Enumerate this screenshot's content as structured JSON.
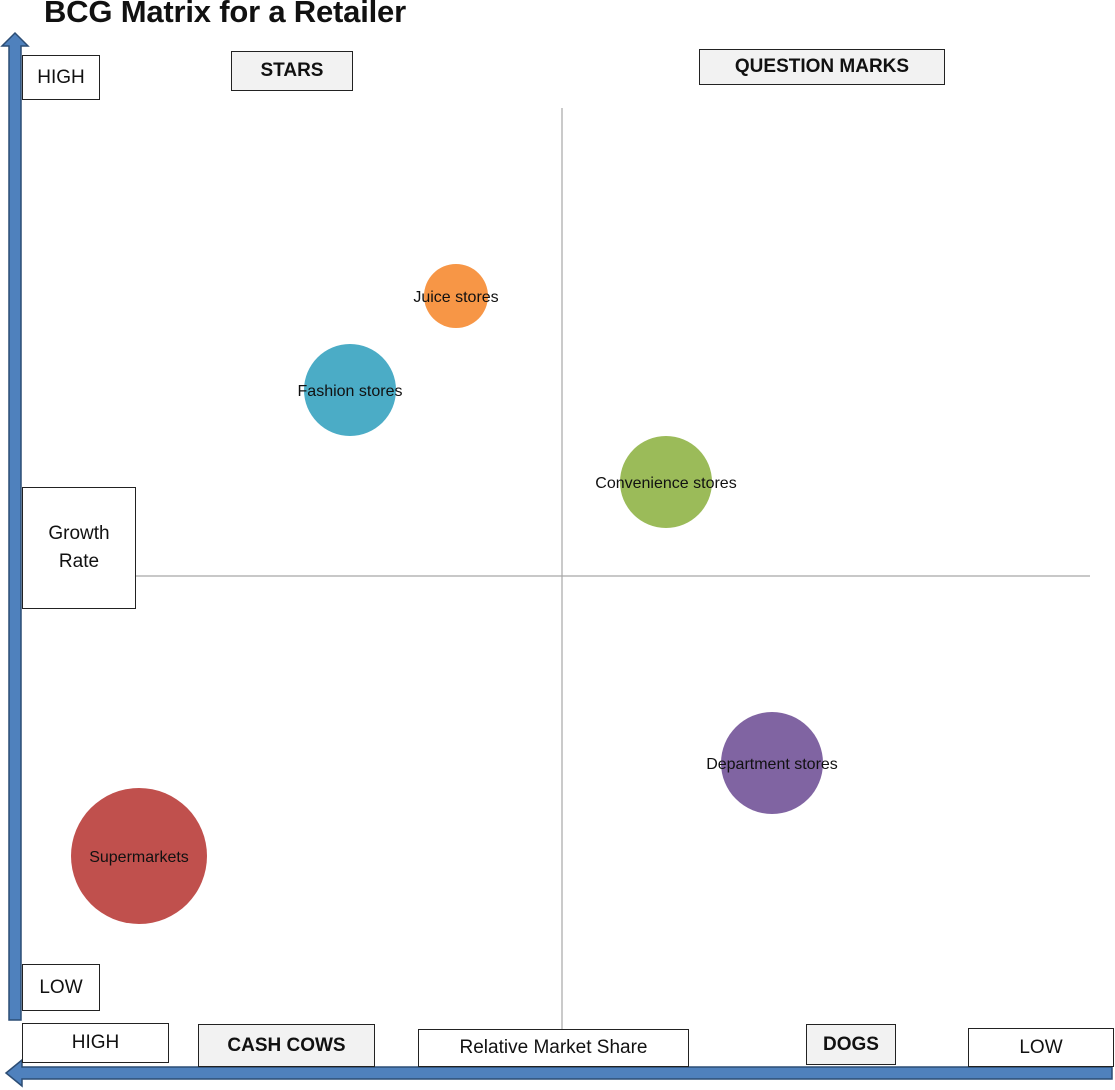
{
  "title": "BCG Matrix for a Retailer",
  "axis_labels": {
    "y_high": "HIGH",
    "y_low": "LOW",
    "y_title_line1": "Growth",
    "y_title_line2": "Rate",
    "x_high": "HIGH",
    "x_title": "Relative Market Share",
    "x_low": "LOW"
  },
  "quadrants": {
    "stars": "STARS",
    "question_marks": "QUESTION MARKS",
    "cash_cows": "CASH COWS",
    "dogs": "DOGS"
  },
  "colors": {
    "axis_arrow": "#4f81bd",
    "axis_arrow_outline": "#2c4d75",
    "divider": "#a6a6a6"
  },
  "bubbles": [
    {
      "name": "Juice stores",
      "color": "#f79646",
      "quadrant": "stars",
      "relative_size": 0.47
    },
    {
      "name": "Fashion stores",
      "color": "#4bacc6",
      "quadrant": "stars",
      "relative_size": 0.67
    },
    {
      "name": "Convenience stores",
      "color": "#9bbb59",
      "quadrant": "question_marks",
      "relative_size": 0.67
    },
    {
      "name": "Department stores",
      "color": "#8064a2",
      "quadrant": "dogs",
      "relative_size": 0.75
    },
    {
      "name": "Supermarkets",
      "color": "#c0504d",
      "quadrant": "cash_cows",
      "relative_size": 1.0
    }
  ]
}
